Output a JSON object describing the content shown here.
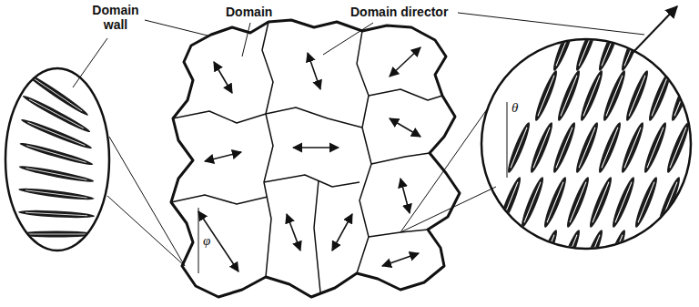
{
  "diagram": {
    "labels": [
      "Domain wall",
      "Domain",
      "Domain director",
      "φ",
      "θ"
    ]
  }
}
